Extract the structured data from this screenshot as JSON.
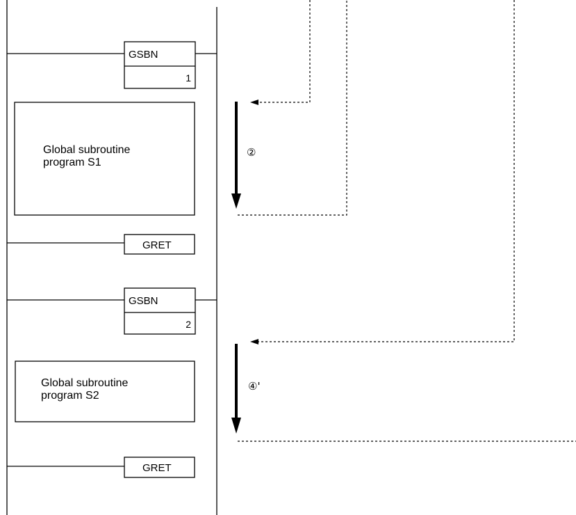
{
  "instructions": [
    {
      "name": "GSBN",
      "operand": "1"
    },
    {
      "name": "GRET"
    },
    {
      "name": "GSBN",
      "operand": "2"
    },
    {
      "name": "GRET"
    }
  ],
  "subroutines": [
    {
      "line1": "Global subroutine",
      "line2": "program S1"
    },
    {
      "line1": "Global subroutine",
      "line2": "program S2"
    }
  ],
  "steps": [
    {
      "marker": "②"
    },
    {
      "marker": "④'"
    }
  ]
}
